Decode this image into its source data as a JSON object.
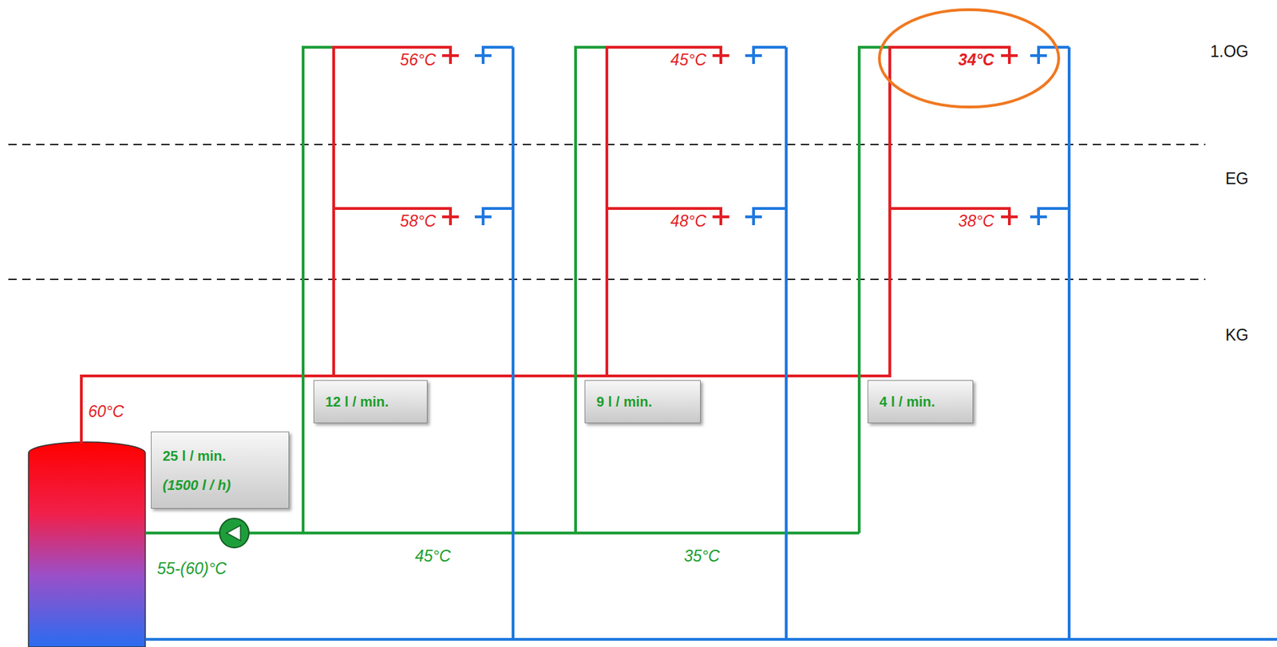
{
  "diagram": {
    "nodes": [
      {
        "text": [
          "25 l / min.",
          "(1500 l / h)"
        ]
      },
      {
        "text": [
          "12 l / min."
        ]
      },
      {
        "text": [
          "9 l / min."
        ]
      },
      {
        "text": [
          "4 l / min."
        ]
      }
    ],
    "labels": [
      "1.OG",
      "EG",
      "KG",
      "56°C",
      "45°C",
      "34°C",
      "58°C",
      "48°C",
      "38°C",
      "60°C",
      "45°C",
      "35°C",
      "55-(60)°C"
    ]
  }
}
